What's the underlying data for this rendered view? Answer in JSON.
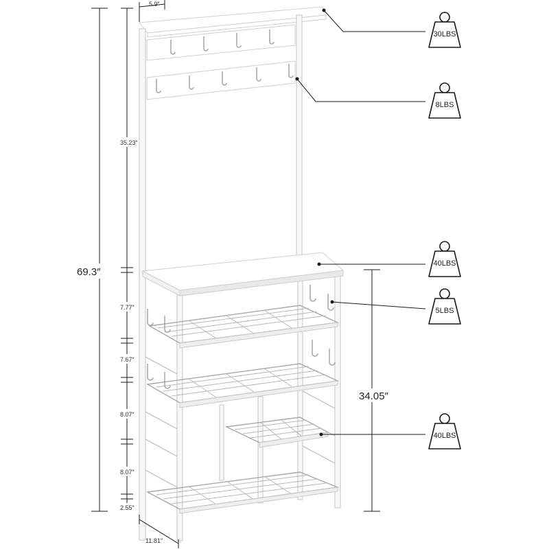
{
  "dimensions": {
    "overall_height": "69.3″",
    "upper_height": "35.23″",
    "lower_height": "34.05″",
    "shelf_gap_1": "7.77″",
    "shelf_gap_2": "7.67″",
    "shelf_gap_3": "8.07″",
    "shelf_gap_4": "8.07″",
    "bottom_clearance": "2.55″",
    "depth": "11.81″",
    "top_shelf_depth": "5.9″"
  },
  "weight_callouts": [
    {
      "label": "30LBS",
      "part": "top shelf"
    },
    {
      "label": "8LBS",
      "part": "hook rail"
    },
    {
      "label": "40LBS",
      "part": "worktop"
    },
    {
      "label": "5LBS",
      "part": "side hooks"
    },
    {
      "label": "40LBS",
      "part": "middle wire shelf"
    }
  ],
  "icons": {
    "weight": "weight-icon"
  }
}
